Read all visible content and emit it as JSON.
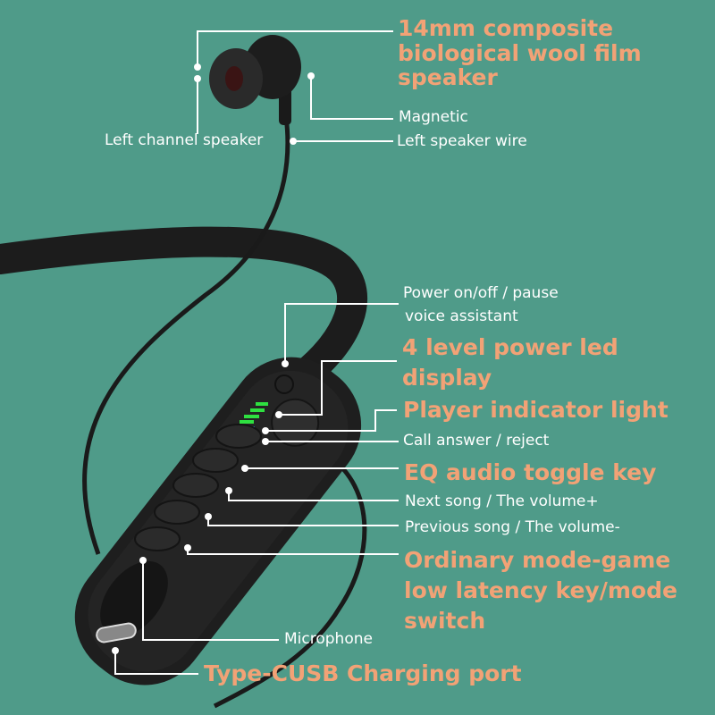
{
  "labels": {
    "speaker_spec": [
      "14mm composite",
      "biological wool film",
      "speaker"
    ],
    "magnetic": "Magnetic",
    "left_channel_speaker": "Left channel speaker",
    "left_speaker_wire": "Left speaker wire",
    "power": [
      "Power on/off / pause",
      "voice assistant"
    ],
    "power_led": [
      "4 level power led",
      "display"
    ],
    "player_indicator": "Player indicator light",
    "call_answer": "Call answer / reject",
    "eq_toggle": "EQ audio toggle key",
    "next_song": "Next song / The volume+",
    "previous_song": "Previous song / The volume-",
    "mode_switch": [
      "Ordinary mode-game",
      "low latency key/mode",
      "switch"
    ],
    "microphone": "Microphone",
    "charging_port": "Type-CUSB Charging port"
  },
  "colors": {
    "background": "#4f9b89",
    "accent": "#f2a276",
    "led_green": "#2ee040",
    "led_blue": "#2a7cf0"
  }
}
